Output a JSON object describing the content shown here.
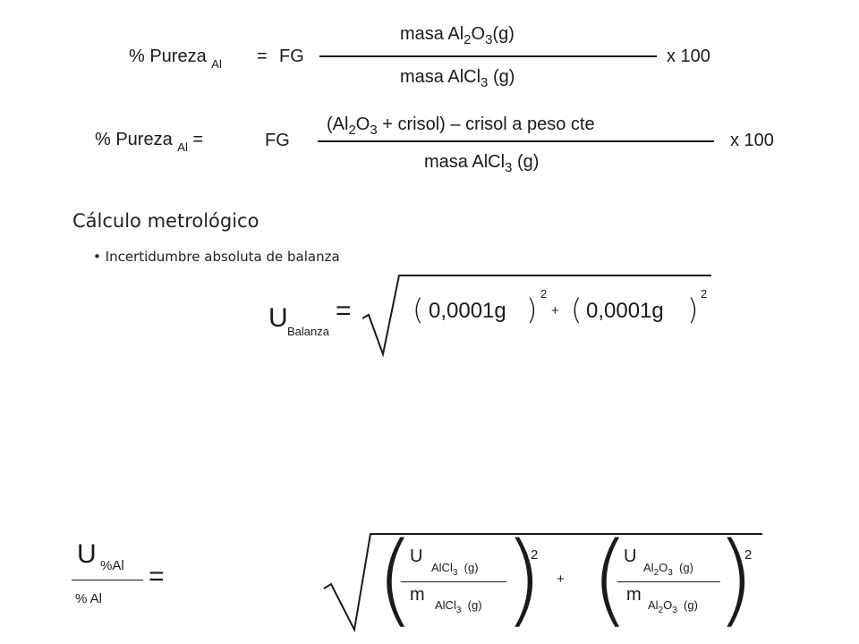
{
  "formula1": {
    "pct": "% Pureza",
    "pct_sub": "Al",
    "eq": "=",
    "fg": "FG",
    "num_a": "masa Al",
    "num_sub1": "2",
    "num_b": "O",
    "num_sub2": "3",
    "num_c": "(g)",
    "den_a": "masa AlCl",
    "den_sub": "3",
    "den_c": "(g)",
    "times": "x 100"
  },
  "formula2": {
    "pct": "% Pureza",
    "pct_sub": "Al",
    "eq": "=",
    "fg": "FG",
    "num_a": "(Al",
    "num_sub1": "2",
    "num_b": "O",
    "num_sub2": "3",
    "num_c": "+ crisol) – crisol a peso cte",
    "den_a": "masa AlCl",
    "den_sub": "3",
    "den_c": "(g)",
    "times": "x 100"
  },
  "section": {
    "heading": "Cálculo metrológico",
    "bullet": "Incertidumbre absoluta de balanza"
  },
  "formula3": {
    "u": "U",
    "u_sub": "Balanza",
    "eq": "=",
    "lparen": "(",
    "rparen": ")",
    "term": "0,0001g",
    "exp": "2",
    "plus": "+"
  },
  "formula4": {
    "u": "U",
    "u_sub": "%Al",
    "den": "% Al",
    "eq": "=",
    "plus": "+",
    "exp": "2",
    "t1_u": "U",
    "t1_u_sub_a": "AlCl",
    "t1_u_sub_b": "3",
    "t1_u_sub_c": "(g)",
    "t1_m": "m",
    "t1_m_sub_a": "AlCl",
    "t1_m_sub_b": "3",
    "t1_m_sub_c": "(g)",
    "t2_u": "U",
    "t2_u_sub_a": "Al",
    "t2_u_sub_b": "2",
    "t2_u_sub_c": "O",
    "t2_u_sub_d": "3",
    "t2_u_sub_e": "(g)",
    "t2_m": "m",
    "t2_m_sub_a": "Al",
    "t2_m_sub_b": "2",
    "t2_m_sub_c": "O",
    "t2_m_sub_d": "3",
    "t2_m_sub_e": "(g)"
  }
}
